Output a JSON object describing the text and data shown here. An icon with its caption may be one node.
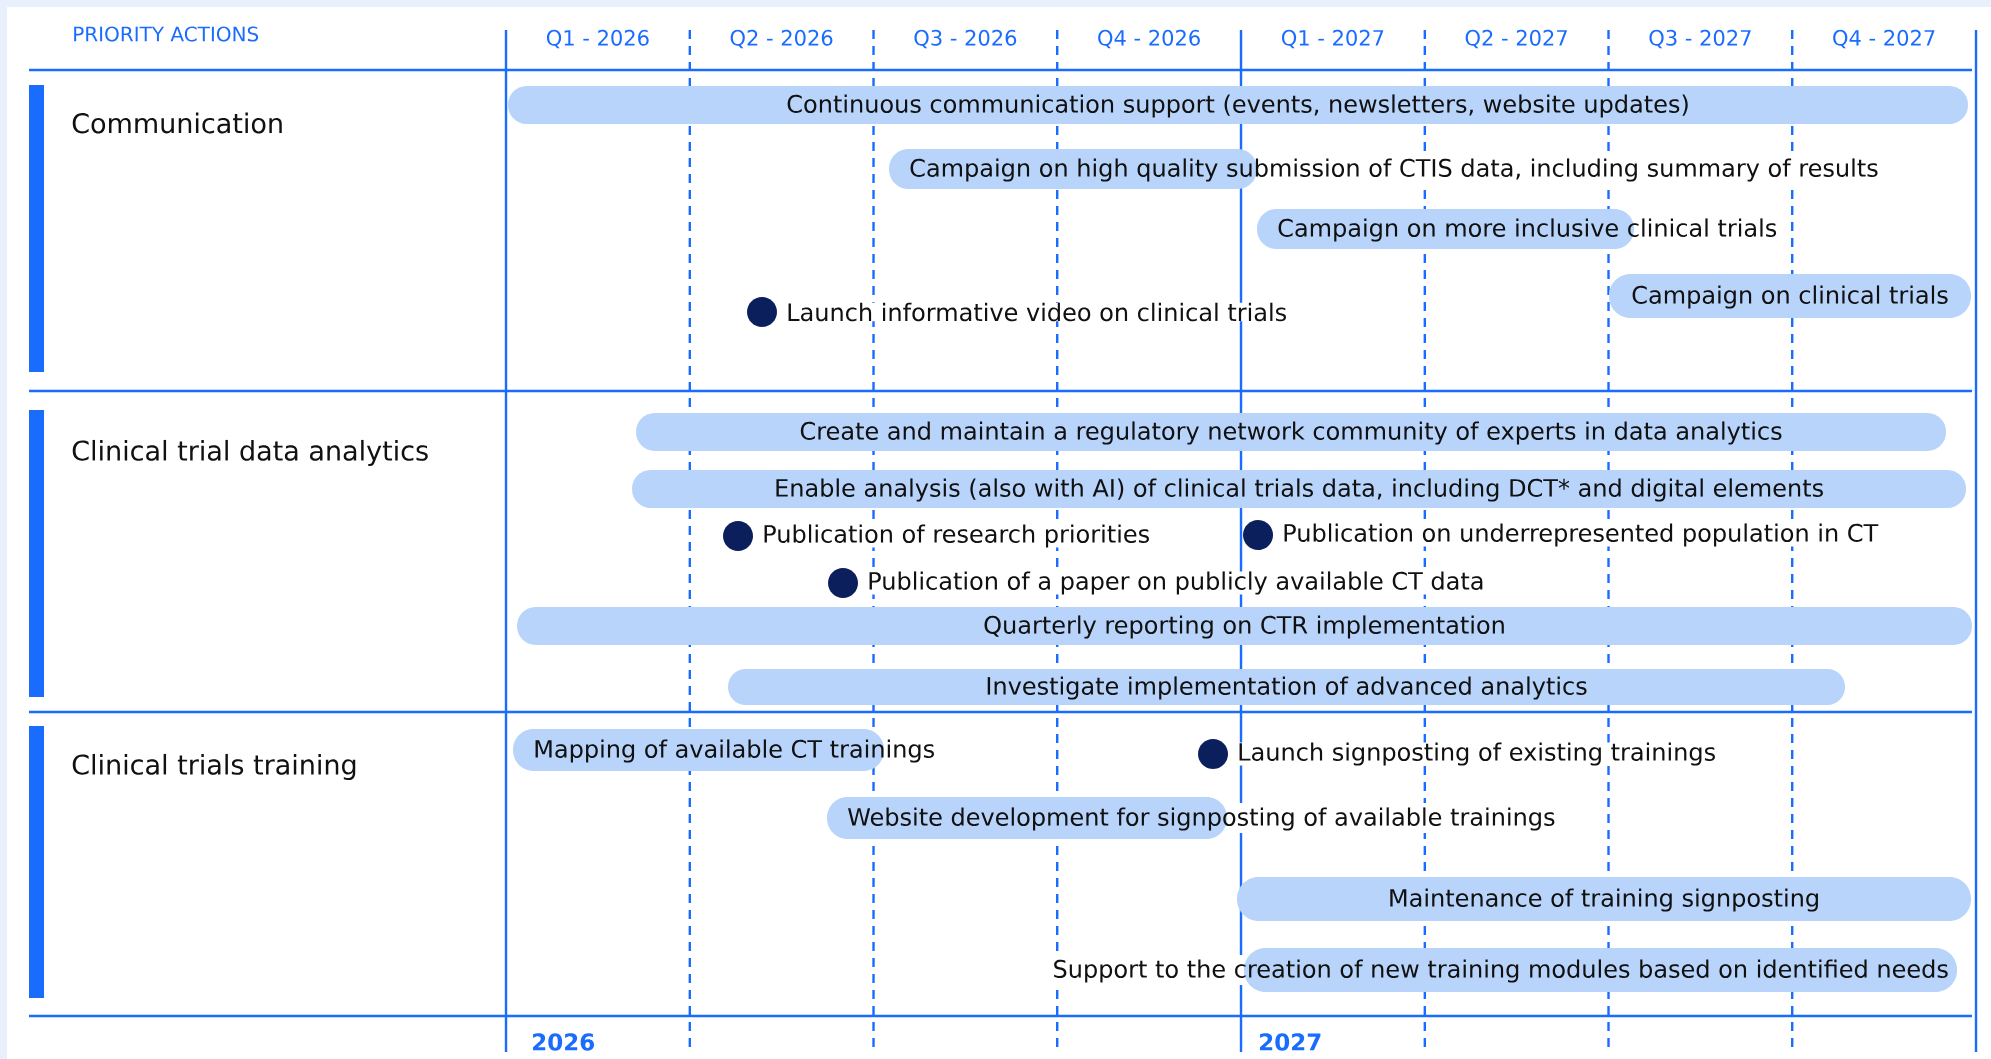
{
  "diagram": {
    "nodes": [
      {
        "text": [
          "Continuous communication support (events, newsletters, website updates)"
        ]
      },
      {
        "text": [
          "Campaign on high quality submission of CTIS data, including summary of results"
        ]
      },
      {
        "text": [
          "Campaign on more inclusive clinical trials"
        ]
      },
      {
        "text": [
          "Campaign on clinical trials"
        ]
      },
      {
        "text": [],
        "shape": "circle",
        "beside": [
          "Launch informative video on clinical trials"
        ]
      },
      {
        "text": [
          "Create and maintain a regulatory network community of experts in data analytics"
        ]
      },
      {
        "text": [
          "Enable analysis (also with AI) of clinical trials data, including DCT* and digital elements"
        ]
      },
      {
        "text": [],
        "shape": "circle",
        "beside": [
          "Publication of research priorities"
        ]
      },
      {
        "text": [],
        "shape": "circle",
        "beside": [
          "Publication on underrepresented population in CT"
        ]
      },
      {
        "text": [],
        "shape": "circle",
        "beside": [
          "Publication of a paper on publicly available CT data"
        ]
      },
      {
        "text": [
          "Quarterly reporting on CTR implementation"
        ]
      },
      {
        "text": [
          "Investigate implementation of advanced analytics"
        ]
      },
      {
        "text": [
          "Mapping of available CT trainings"
        ]
      },
      {
        "text": [],
        "shape": "circle",
        "beside": [
          "Launch signposting of existing trainings"
        ]
      },
      {
        "text": [
          "Website development for signposting of available trainings"
        ]
      },
      {
        "text": [
          "Maintenance of training signposting"
        ]
      },
      {
        "text": [
          "Support to the creation of new training modules based on identified needs"
        ]
      }
    ],
    "labels": [
      "PRIORITY ACTIONS",
      "Q1 - 2026",
      "Q2 - 2026",
      "Q3 - 2026",
      "Q4 - 2026",
      "Q1 - 2027",
      "Q2 - 2027",
      "Q3 - 2027",
      "Q4 - 2027",
      "Communication",
      "Clinical trial data analytics",
      "Clinical trials training",
      "2026",
      "2027"
    ]
  }
}
